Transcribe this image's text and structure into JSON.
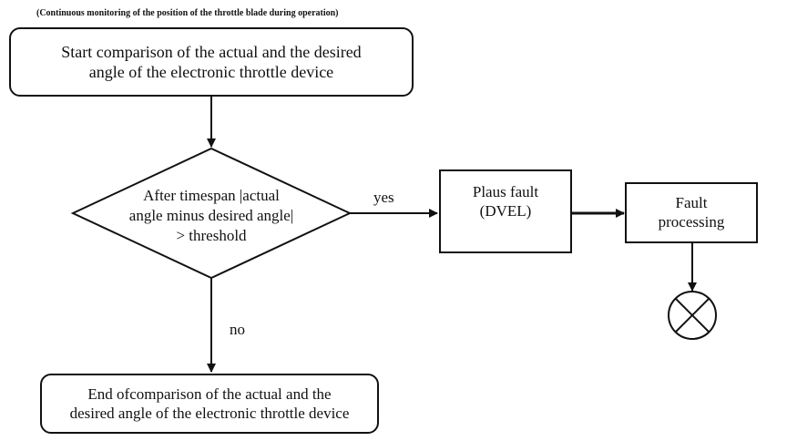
{
  "caption": "(Continuous monitoring of the position of the throttle blade during operation)",
  "start_box": {
    "line1": "Start comparison of the actual and the desired",
    "line2": "angle of the electronic throttle device"
  },
  "decision": {
    "line1": "After timespan |actual",
    "line2": "angle minus desired angle|",
    "line3": "> threshold"
  },
  "yes_label": "yes",
  "no_label": "no",
  "plaus_box": {
    "line1": "Plaus fault",
    "line2": "(DVEL)"
  },
  "fault_box": {
    "line1": "Fault",
    "line2": "processing"
  },
  "end_box": {
    "line1": "End ofcomparison of the actual and the",
    "line2": "desired angle of the electronic throttle device"
  },
  "terminator_icon": "circled-x-icon"
}
